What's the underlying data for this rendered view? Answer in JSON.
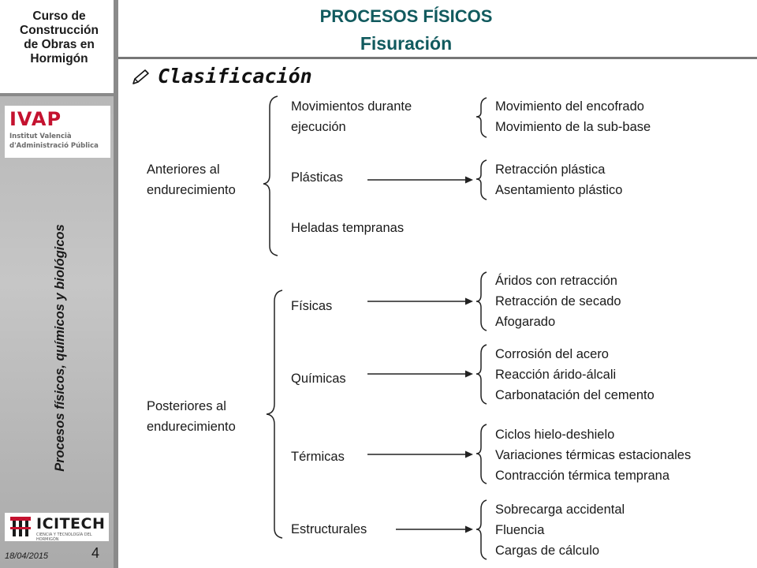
{
  "sidebar": {
    "course_lines": [
      "Curso de",
      "Construcción",
      "de Obras en",
      "Hormigón"
    ],
    "ivap_logo": {
      "acronym": "IVAP",
      "line1": "Institut Valencià",
      "line2": "d'Administració Pública"
    },
    "vertical_title": "Procesos físicos, químicos y biológicos",
    "icitech_logo": {
      "word": "ICITECH",
      "tag": "CIENCIA Y TECNOLOGÍA DEL HORMIGÓN"
    },
    "date": "18/04/2015",
    "page_number": "4"
  },
  "header": {
    "title": "PROCESOS FÍSICOS",
    "subtitle": "Fisuración",
    "title_color": "#115a5e"
  },
  "section": {
    "heading": "Clasificación",
    "icon": "pencil-icon"
  },
  "tree": {
    "groups": [
      {
        "label": [
          "Anteriores al",
          "endurecimiento"
        ],
        "children": [
          {
            "label": [
              "Movimientos durante",
              "ejecución"
            ],
            "details": [
              "Movimiento del encofrado",
              "Movimiento de la sub-base"
            ]
          },
          {
            "label": [
              "Plásticas"
            ],
            "details": [
              "Retracción plástica",
              "Asentamiento plástico"
            ]
          },
          {
            "label": [
              "Heladas tempranas"
            ],
            "details": []
          }
        ]
      },
      {
        "label": [
          "Posteriores al",
          "endurecimiento"
        ],
        "children": [
          {
            "label": [
              "Físicas"
            ],
            "details": [
              "Áridos con retracción",
              "Retracción de secado",
              "Afogarado"
            ]
          },
          {
            "label": [
              "Químicas"
            ],
            "details": [
              "Corrosión del acero",
              "Reacción árido-álcali",
              "Carbonatación del cemento"
            ]
          },
          {
            "label": [
              "Térmicas"
            ],
            "details": [
              "Ciclos hielo-deshielo",
              "Variaciones térmicas estacionales",
              "Contracción térmica temprana"
            ]
          },
          {
            "label": [
              "Estructurales"
            ],
            "details": [
              "Sobrecarga accidental",
              "Fluencia",
              "Cargas de cálculo"
            ]
          }
        ]
      }
    ]
  }
}
